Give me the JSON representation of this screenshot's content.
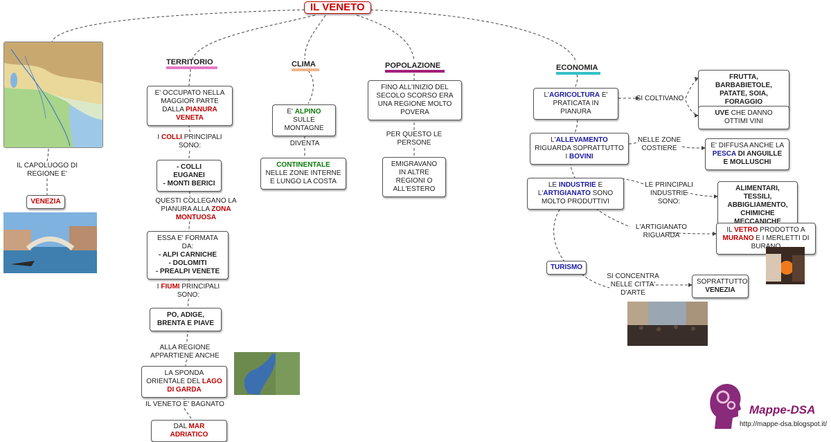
{
  "title": "IL VENETO",
  "headers": {
    "territorio": "TERRITORIO",
    "clima": "CLIMA",
    "popolazione": "POPOLAZIONE",
    "economia": "ECONOMIA"
  },
  "capoluogo": {
    "label": "IL CAPOLUOGO DI REGIONE E'",
    "city": "VENEZIA"
  },
  "territorio": {
    "occupato": {
      "a": "E' OCCUPATO NELLA MAGGIOR PARTE DALLA",
      "b": "PIANURA VENETA"
    },
    "colli_label": {
      "a": "I ",
      "b": "COLLI",
      "c": " PRINCIPALI SONO:"
    },
    "colli": [
      "- COLLI EUGANEI",
      "- MONTI BERICI"
    ],
    "collegano": {
      "a": "QUESTI COLLEGANO LA PIANURA ALLA ",
      "b": "ZONA MONTUOSA"
    },
    "formata_label": "ESSA E' FORMATA DA:",
    "formata": [
      "- ALPI CARNICHE",
      "- DOLOMITI",
      "- PREALPI VENETE"
    ],
    "fiumi_label": {
      "a": "I ",
      "b": "FIUMI",
      "c": " PRINCIPALI SONO:"
    },
    "fiumi": "PO, ADIGE, BRENTA E PIAVE",
    "regione_label": "ALLA REGIONE APPARTIENE ANCHE",
    "sponda": {
      "a": "LA SPONDA ORIENTALE DEL ",
      "b": "LAGO DI GARDA"
    },
    "bagnato": "IL VENETO E' BAGNATO",
    "mare": {
      "a": "DAL ",
      "b": "MAR ADRIATICO"
    }
  },
  "clima": {
    "alpino": {
      "a": "E' ",
      "b": "ALPINO",
      "c": " SULLE MONTAGNE"
    },
    "diventa": "DIVENTA",
    "continentale": {
      "a": "CONTINENTALE",
      "b": "NELLE ZONE INTERNE E LUNGO LA COSTA"
    }
  },
  "popolazione": {
    "povera": "FINO ALL'INIZIO DEL SECOLO SCORSO ERA UNA REGIONE MOLTO POVERA",
    "per_questo": "PER QUESTO LE PERSONE",
    "emigravano": "EMIGRAVANO IN ALTRE REGIONI O ALL'ESTERO"
  },
  "economia": {
    "agricoltura": {
      "a": "L'",
      "b": "AGRICOLTURA",
      "c": " E' PRATICATA IN PIANURA"
    },
    "si_coltivano": "SI COLTIVANO",
    "frutta": "FRUTTA, BARBABIETOLE, PATATE, SOIA, FORAGGIO",
    "uve": {
      "a": "UVE",
      "b": " CHE DANNO OTTIMI VINI"
    },
    "allevamento": {
      "a": "L'",
      "b": "ALLEVAMENTO",
      "c": " RIGUARDA SOPRATTUTTO I ",
      "d": "BOVINI"
    },
    "zone_costiere": "NELLE ZONE COSTIERE",
    "pesca": {
      "a": "E' DIFFUSA ANCHE LA ",
      "b": "PESCA",
      "c": " DI ANGUILLE E MOLLUSCHI"
    },
    "industrie": {
      "a": "LE ",
      "b": "INDUSTRIE",
      "c": " E L'",
      "d": "ARTIGIANATO",
      "e": " SONO MOLTO PRODUTTIVI"
    },
    "principali_label": "LE PRINCIPALI INDUSTRIE SONO:",
    "industrie_list": "ALIMENTARI, TESSILI, ABBIGLIAMENTO, CHIMICHE MECCANICHE",
    "artigianato_label": "L'ARTIGIANATO RIGUARDA",
    "vetro": {
      "a": "IL ",
      "b": "VETRO",
      "c": " PRODOTTO A ",
      "d": "MURANO",
      "e": " E I MERLETTI DI BURANO"
    },
    "turismo": "TURISMO",
    "citta_arte": "SI CONCENTRA NELLE CITTA' D'ARTE",
    "soprattutto": {
      "a": "SOPRATTUTTO ",
      "b": "VENEZIA"
    }
  },
  "brand": {
    "name": "Mappe-DSA",
    "url": "http://mappe-dsa.blogspot.it/"
  },
  "colors": {
    "title": "#c00000",
    "territorio_ul": "#e67ac8",
    "clima_ul": "#f2b58a",
    "popolazione_ul": "#a0207a",
    "economia_ul": "#35c0c8"
  }
}
